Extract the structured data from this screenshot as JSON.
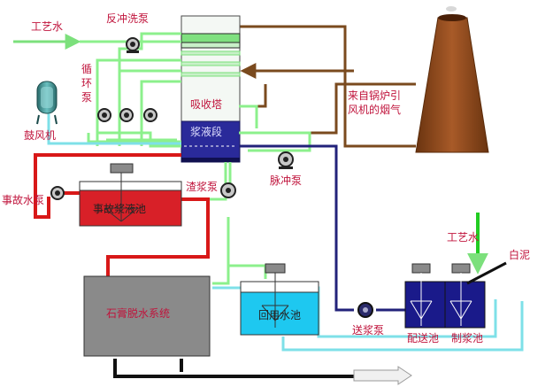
{
  "labels": {
    "process_water_top": "工艺水",
    "backwash_pump": "反冲洗泵",
    "circulation_pump": [
      "循",
      "环",
      "泵"
    ],
    "blower": "鼓风机",
    "absorption_tower": "吸收塔",
    "slurry_section": "浆液段",
    "flue_gas_source": [
      "来自锅炉引",
      "风机的烟气"
    ],
    "pulse_pump": "脉冲泵",
    "emergency_pump": "事故水泵",
    "emergency_tank": "事故浆液池",
    "slag_pump": "渣浆泵",
    "gypsum_dewatering": "石膏脱水系统",
    "reuse_tank": "回用水池",
    "transfer_pump": "送浆泵",
    "feed_tank": "配送池",
    "prep_tank": "制浆池",
    "process_water_right": "工艺水",
    "lime_mud": "白泥"
  },
  "colors": {
    "slurry_line": "#8cf08c",
    "water_line": "#7ee0e8",
    "flue_line": "#7a4a1e",
    "emergency_line": "#d81818",
    "transfer_line": "#22227a",
    "tower_slurry": "#2a2a9a",
    "tank_red": "#d82028",
    "tank_gray": "#8a8a8a",
    "tank_cyan": "#1ec8f0",
    "tank_navy": "#1a1a8a",
    "chimney": "#8a4a20"
  }
}
